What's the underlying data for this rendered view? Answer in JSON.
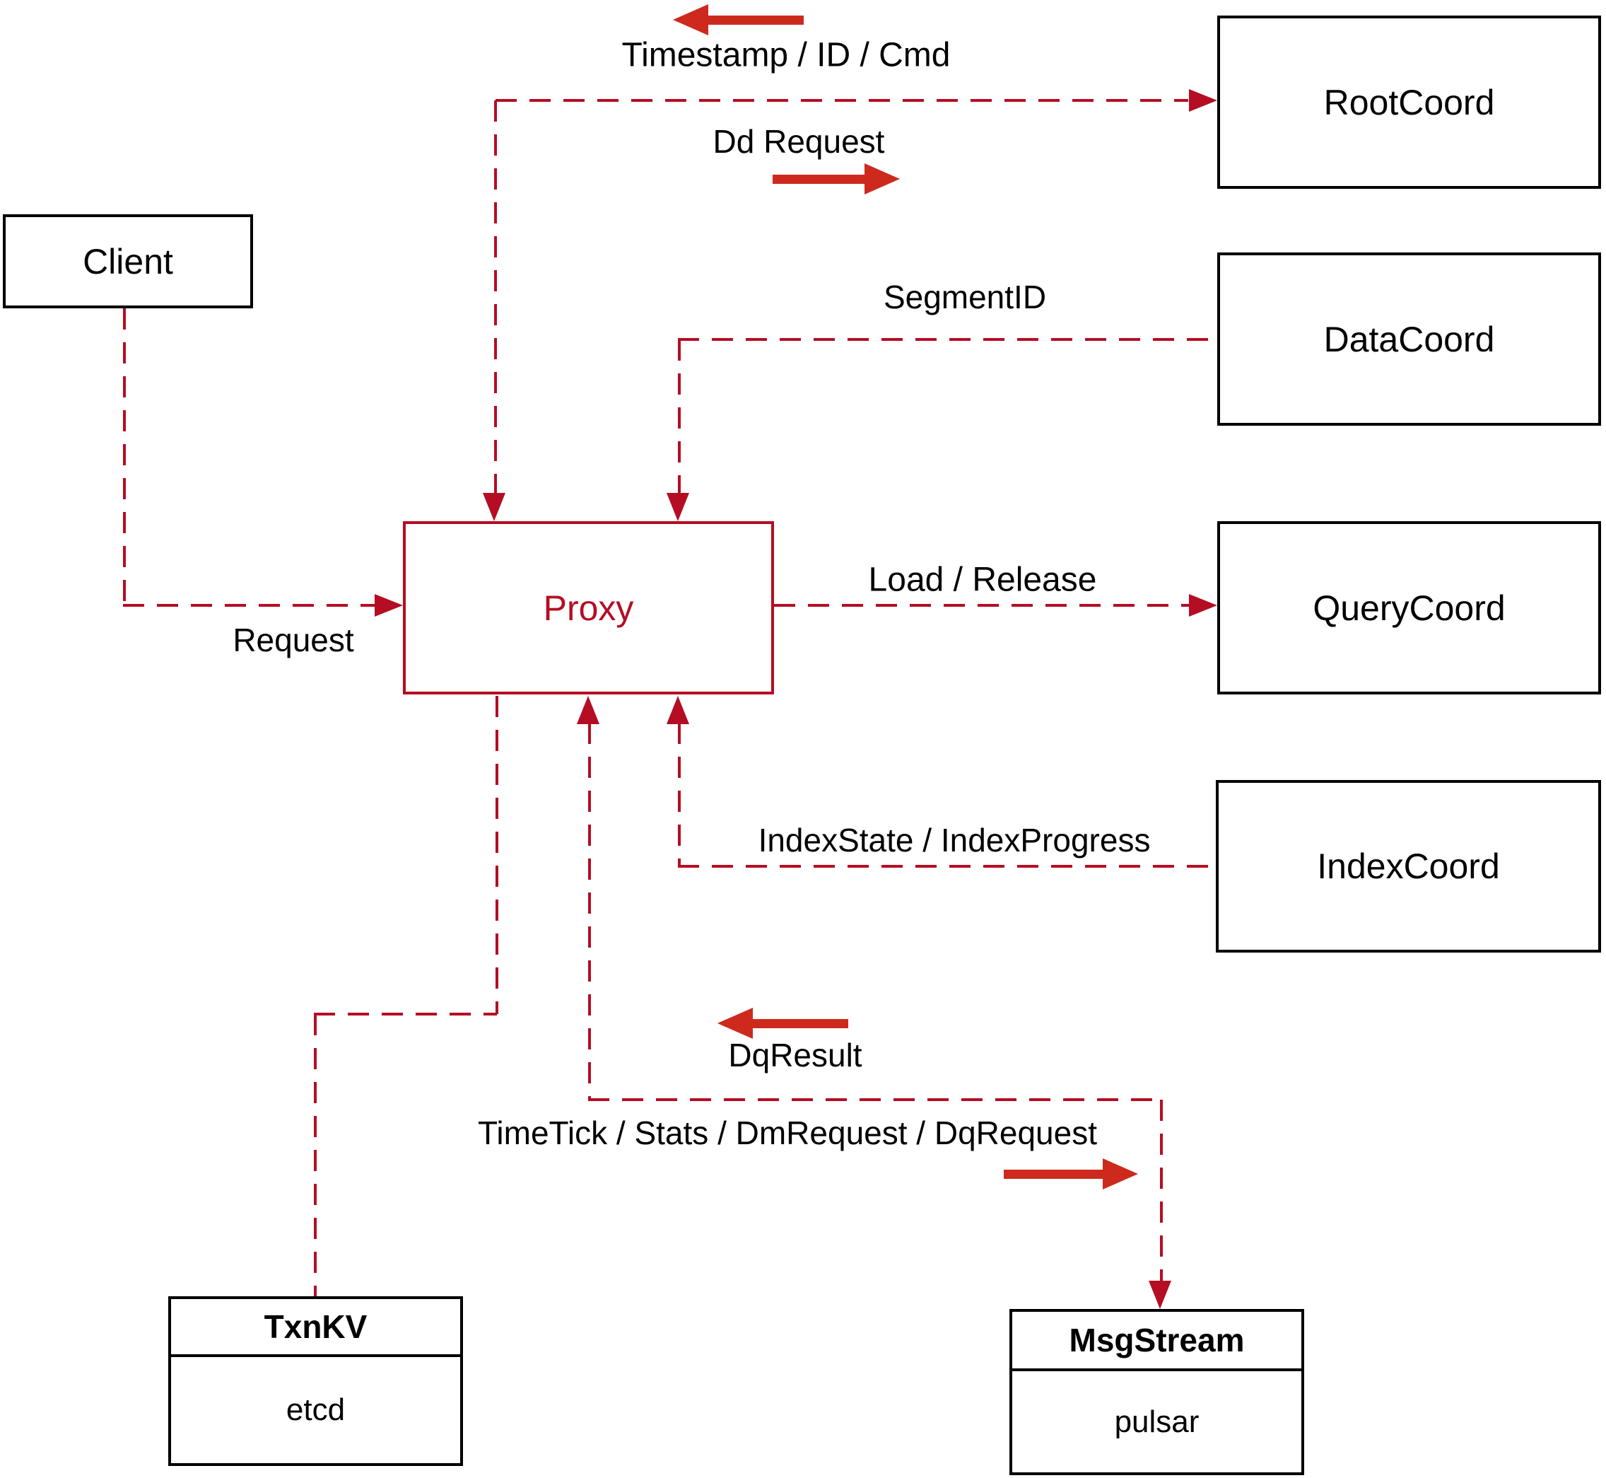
{
  "nodes": {
    "client": {
      "label": "Client"
    },
    "proxy": {
      "label": "Proxy"
    },
    "root_coord": {
      "label": "RootCoord"
    },
    "data_coord": {
      "label": "DataCoord"
    },
    "query_coord": {
      "label": "QueryCoord"
    },
    "index_coord": {
      "label": "IndexCoord"
    },
    "txn_kv": {
      "title": "TxnKV",
      "implementation": "etcd"
    },
    "msg_stream": {
      "title": "MsgStream",
      "implementation": "pulsar"
    }
  },
  "edge_labels": {
    "request": "Request",
    "timestamp_id_cmd": "Timestamp / ID / Cmd",
    "dd_request": "Dd Request",
    "segment_id": "SegmentID",
    "load_release": "Load / Release",
    "index_state": "IndexState / IndexProgress",
    "dq_result": "DqResult",
    "timetick": "TimeTick / Stats / DmRequest / DqRequest"
  },
  "colors": {
    "dashed_line": "#b50d23",
    "solid_arrow": "#cd2a1d",
    "box_border": "#000000",
    "text": "#000000",
    "background": "#ffffff"
  }
}
